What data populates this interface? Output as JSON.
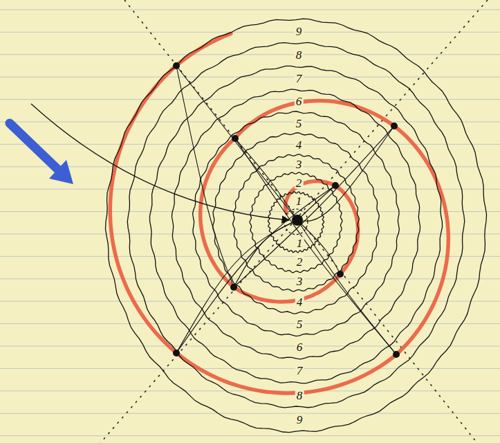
{
  "diagram": {
    "labels": [
      "9",
      "8",
      "7",
      "6",
      "5",
      "4",
      "3",
      "2",
      "1",
      "1",
      "2",
      "3",
      "4",
      "5",
      "6",
      "7",
      "8",
      "9"
    ]
  }
}
